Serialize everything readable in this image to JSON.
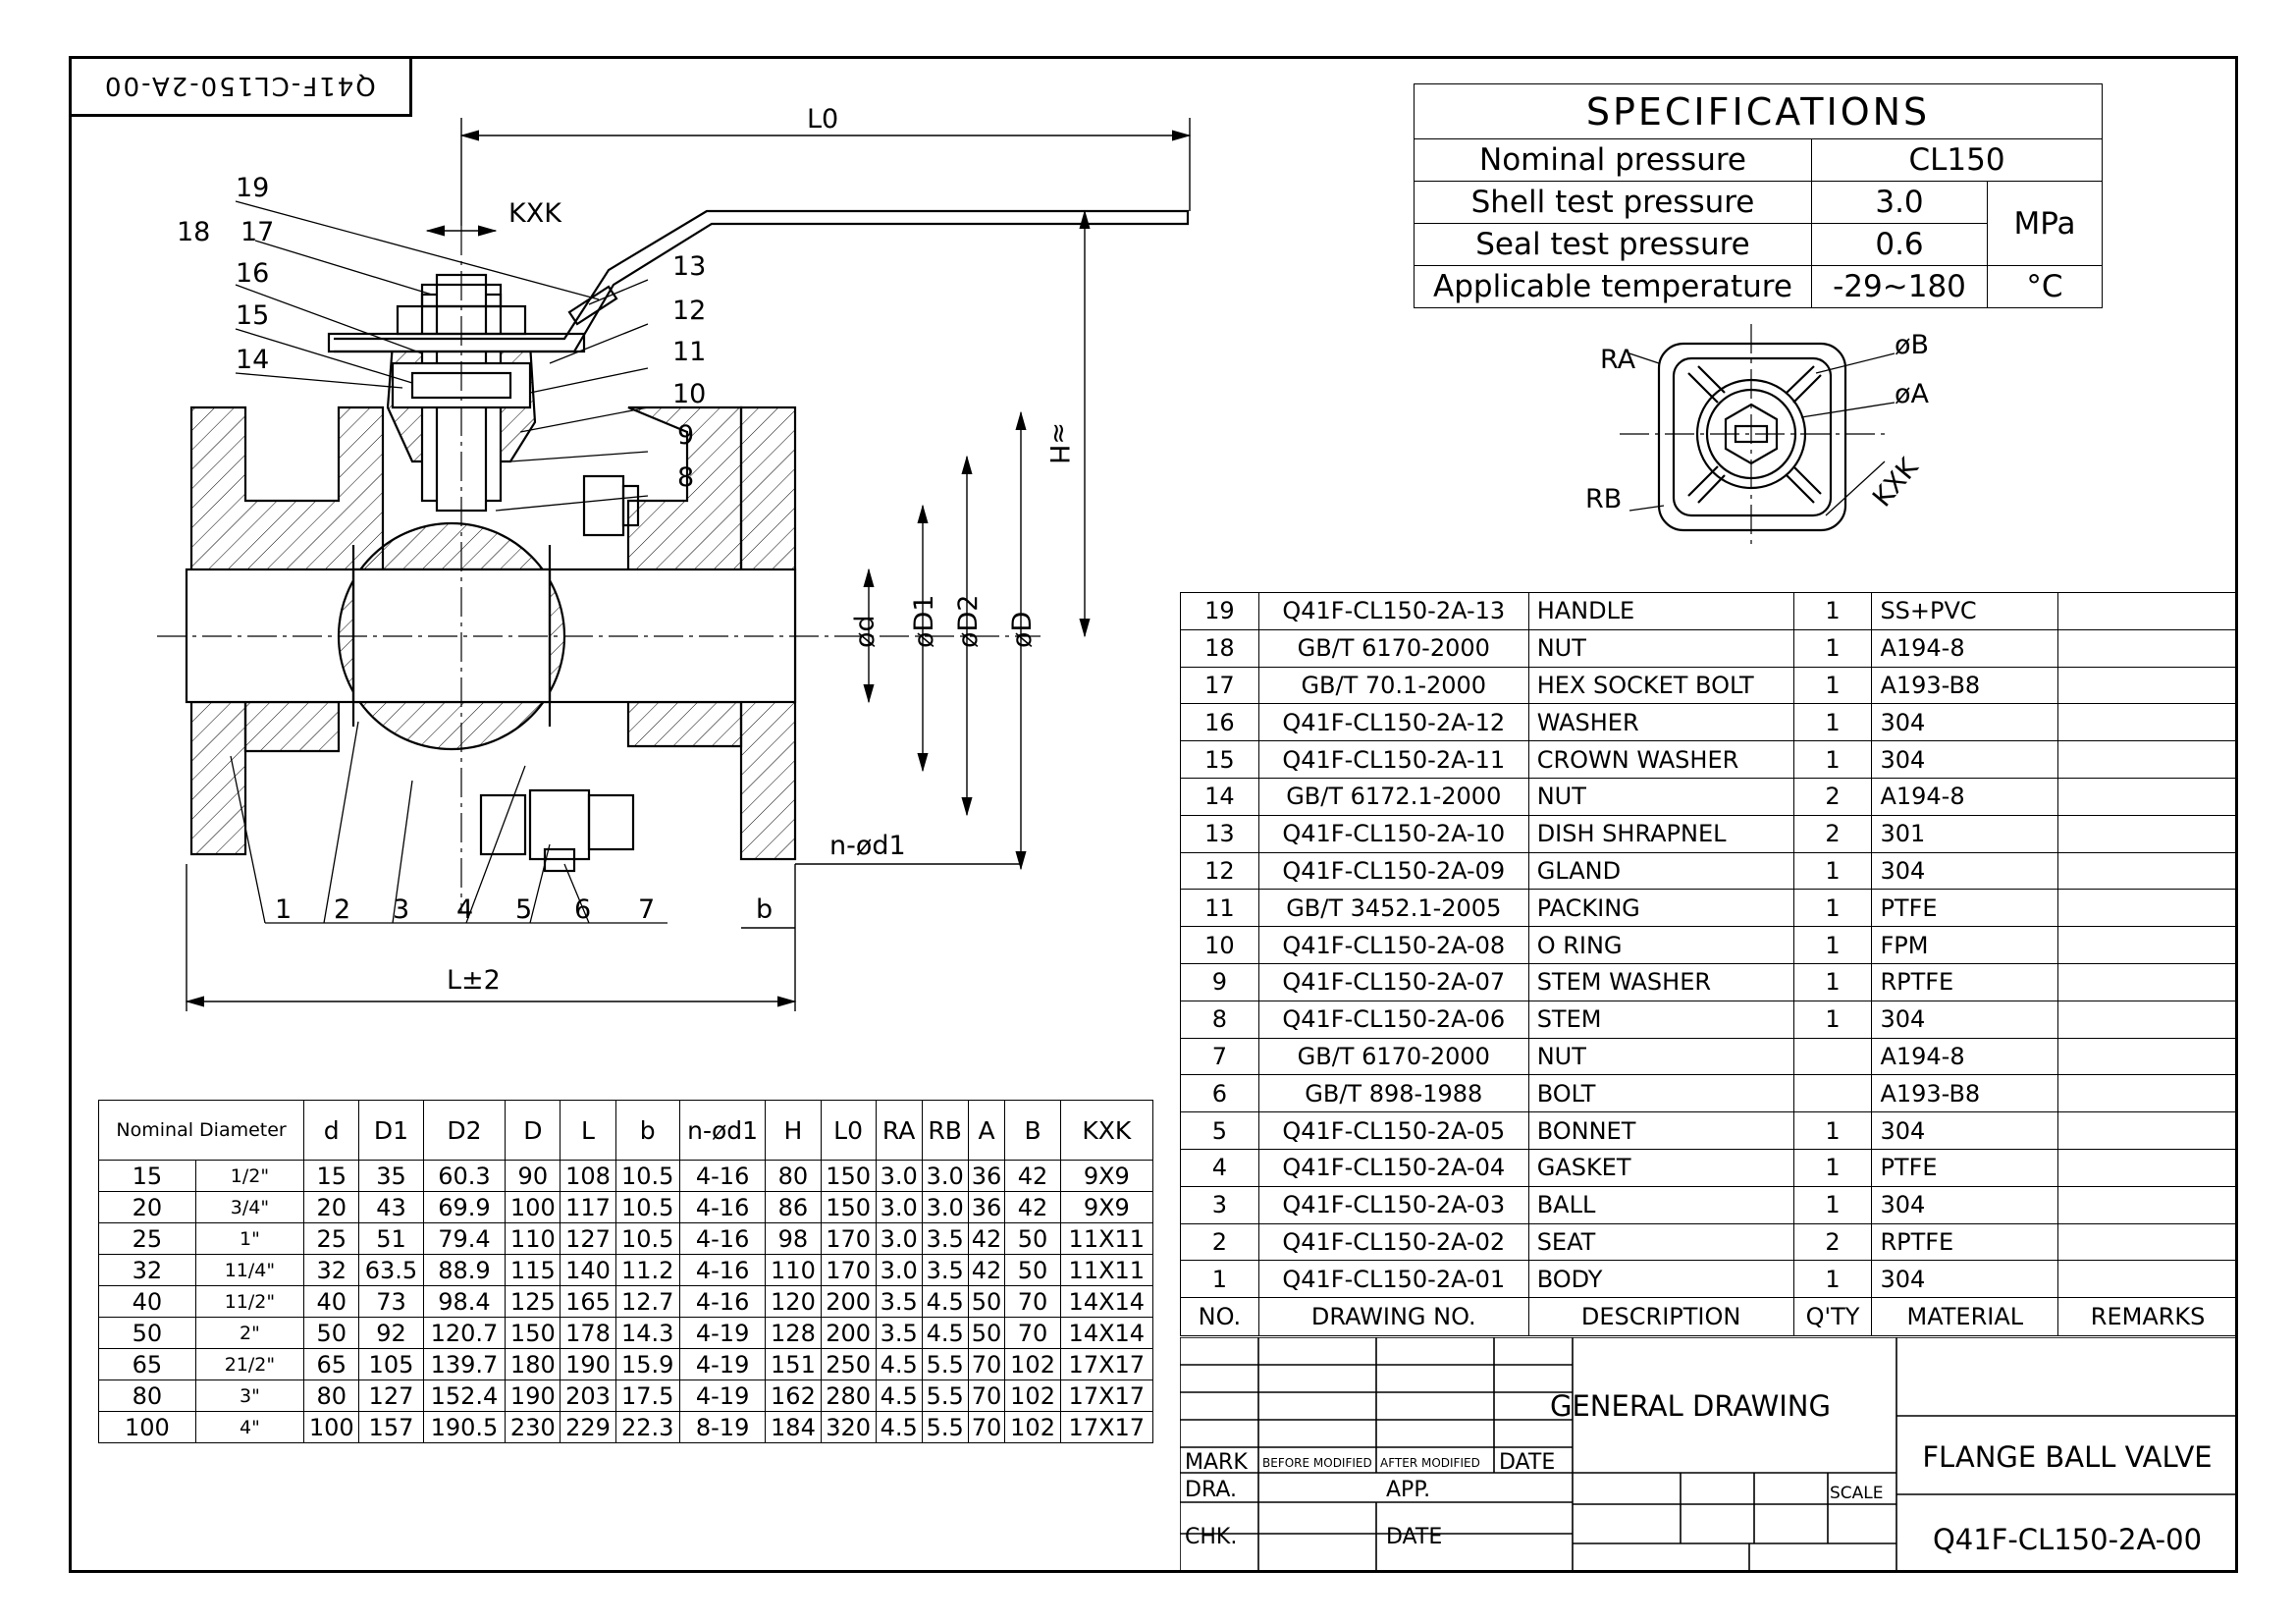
{
  "title_tab": "Q41F-CL150-2A-00",
  "specifications": {
    "title": "SPECIFICATIONS",
    "rows": [
      {
        "label": "Nominal pressure",
        "value": "CL150",
        "unit": ""
      },
      {
        "label": "Shell test pressure",
        "value": "3.0",
        "unit": "MPa"
      },
      {
        "label": "Seal test pressure",
        "value": "0.6",
        "unit": ""
      },
      {
        "label": "Applicable temperature",
        "value": "-29~180",
        "unit": "°C"
      }
    ]
  },
  "drawing_labels": {
    "L0": "L0",
    "KXK": "KXK",
    "H": "≈H",
    "L": "L±2",
    "b": "b",
    "nd1": "n-ød1",
    "d": "ød",
    "D1": "øD1",
    "D2": "øD2",
    "D": "øD",
    "RA": "RA",
    "RB": "RB",
    "phiB": "øB",
    "phiA": "øA",
    "KXK2": "KXK",
    "balloons_top": [
      "19",
      "18",
      "17",
      "16",
      "15",
      "14"
    ],
    "balloons_right": [
      "13",
      "12",
      "11",
      "10",
      "9",
      "8"
    ],
    "balloons_bottom": [
      "1",
      "2",
      "3",
      "4",
      "5",
      "6",
      "7"
    ]
  },
  "dimension_table": {
    "headers": [
      "Nominal Diameter",
      "d",
      "D1",
      "D2",
      "D",
      "L",
      "b",
      "n-ød1",
      "H",
      "L0",
      "RA",
      "RB",
      "A",
      "B",
      "KXK"
    ],
    "rows": [
      [
        "15",
        "1/2\"",
        "15",
        "35",
        "60.3",
        "90",
        "108",
        "10.5",
        "4-16",
        "80",
        "150",
        "3.0",
        "3.0",
        "36",
        "42",
        "9X9"
      ],
      [
        "20",
        "3/4\"",
        "20",
        "43",
        "69.9",
        "100",
        "117",
        "10.5",
        "4-16",
        "86",
        "150",
        "3.0",
        "3.0",
        "36",
        "42",
        "9X9"
      ],
      [
        "25",
        "1\"",
        "25",
        "51",
        "79.4",
        "110",
        "127",
        "10.5",
        "4-16",
        "98",
        "170",
        "3.0",
        "3.5",
        "42",
        "50",
        "11X11"
      ],
      [
        "32",
        "11/4\"",
        "32",
        "63.5",
        "88.9",
        "115",
        "140",
        "11.2",
        "4-16",
        "110",
        "170",
        "3.0",
        "3.5",
        "42",
        "50",
        "11X11"
      ],
      [
        "40",
        "11/2\"",
        "40",
        "73",
        "98.4",
        "125",
        "165",
        "12.7",
        "4-16",
        "120",
        "200",
        "3.5",
        "4.5",
        "50",
        "70",
        "14X14"
      ],
      [
        "50",
        "2\"",
        "50",
        "92",
        "120.7",
        "150",
        "178",
        "14.3",
        "4-19",
        "128",
        "200",
        "3.5",
        "4.5",
        "50",
        "70",
        "14X14"
      ],
      [
        "65",
        "21/2\"",
        "65",
        "105",
        "139.7",
        "180",
        "190",
        "15.9",
        "4-19",
        "151",
        "250",
        "4.5",
        "5.5",
        "70",
        "102",
        "17X17"
      ],
      [
        "80",
        "3\"",
        "80",
        "127",
        "152.4",
        "190",
        "203",
        "17.5",
        "4-19",
        "162",
        "280",
        "4.5",
        "5.5",
        "70",
        "102",
        "17X17"
      ],
      [
        "100",
        "4\"",
        "100",
        "157",
        "190.5",
        "230",
        "229",
        "22.3",
        "8-19",
        "184",
        "320",
        "4.5",
        "5.5",
        "70",
        "102",
        "17X17"
      ]
    ]
  },
  "parts_list": {
    "headers": [
      "NO.",
      "DRAWING NO.",
      "DESCRIPTION",
      "Q'TY",
      "MATERIAL",
      "REMARKS"
    ],
    "rows": [
      [
        "19",
        "Q41F-CL150-2A-13",
        "HANDLE",
        "1",
        "SS+PVC",
        ""
      ],
      [
        "18",
        "GB/T 6170-2000",
        "NUT",
        "1",
        "A194-8",
        ""
      ],
      [
        "17",
        "GB/T 70.1-2000",
        "HEX SOCKET BOLT",
        "1",
        "A193-B8",
        ""
      ],
      [
        "16",
        "Q41F-CL150-2A-12",
        "WASHER",
        "1",
        "304",
        ""
      ],
      [
        "15",
        "Q41F-CL150-2A-11",
        "CROWN WASHER",
        "1",
        "304",
        ""
      ],
      [
        "14",
        "GB/T 6172.1-2000",
        "NUT",
        "2",
        "A194-8",
        ""
      ],
      [
        "13",
        "Q41F-CL150-2A-10",
        "DISH SHRAPNEL",
        "2",
        "301",
        ""
      ],
      [
        "12",
        "Q41F-CL150-2A-09",
        "GLAND",
        "1",
        "304",
        ""
      ],
      [
        "11",
        "GB/T 3452.1-2005",
        "PACKING",
        "1",
        "PTFE",
        ""
      ],
      [
        "10",
        "Q41F-CL150-2A-08",
        "O RING",
        "1",
        "FPM",
        ""
      ],
      [
        "9",
        "Q41F-CL150-2A-07",
        "STEM WASHER",
        "1",
        "RPTFE",
        ""
      ],
      [
        "8",
        "Q41F-CL150-2A-06",
        "STEM",
        "1",
        "304",
        ""
      ],
      [
        "7",
        "GB/T 6170-2000",
        "NUT",
        "",
        "A194-8",
        ""
      ],
      [
        "6",
        "GB/T 898-1988",
        "BOLT",
        "",
        "A193-B8",
        ""
      ],
      [
        "5",
        "Q41F-CL150-2A-05",
        "BONNET",
        "1",
        "304",
        ""
      ],
      [
        "4",
        "Q41F-CL150-2A-04",
        "GASKET",
        "1",
        "PTFE",
        ""
      ],
      [
        "3",
        "Q41F-CL150-2A-03",
        "BALL",
        "1",
        "304",
        ""
      ],
      [
        "2",
        "Q41F-CL150-2A-02",
        "SEAT",
        "2",
        "RPTFE",
        ""
      ],
      [
        "1",
        "Q41F-CL150-2A-01",
        "BODY",
        "1",
        "304",
        ""
      ]
    ]
  },
  "title_block": {
    "general_drawing": "GENERAL DRAWING",
    "product_name": "FLANGE BALL VALVE",
    "drawing_number": "Q41F-CL150-2A-00",
    "mark": "MARK",
    "before_modified": "BEFORE MODIFIED",
    "after_modified": "AFTER MODIFIED",
    "date": "DATE",
    "dra": "DRA.",
    "app": "APP.",
    "chk": "CHK.",
    "date2": "DATE",
    "scale": "SCALE"
  }
}
